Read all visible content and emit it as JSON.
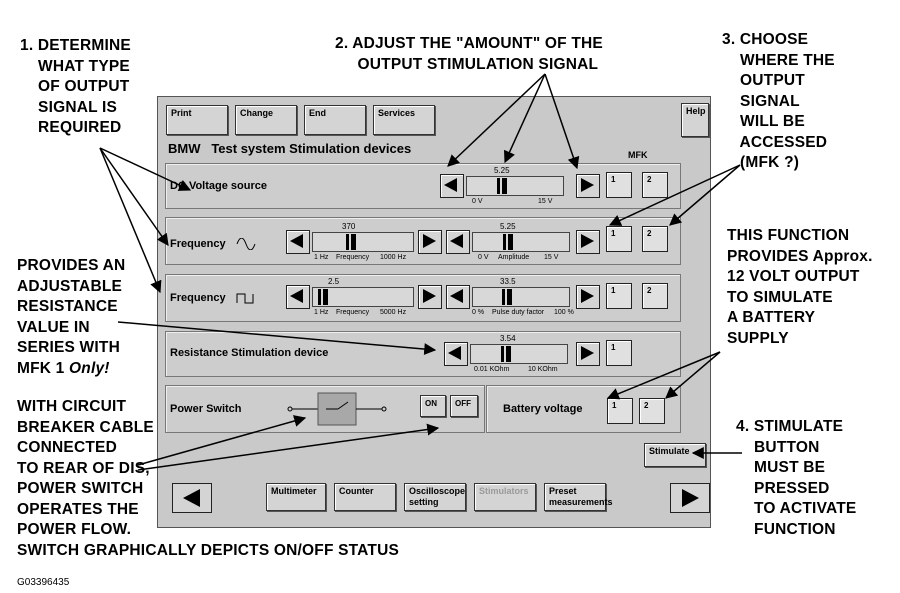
{
  "annotations": {
    "determine": "1. DETERMINE\n    WHAT TYPE\n    OF OUTPUT\n    SIGNAL IS\n    REQUIRED",
    "adjust": "2. ADJUST THE \"AMOUNT\" OF THE\n     OUTPUT STIMULATION SIGNAL",
    "choose": "3. CHOOSE\n    WHERE THE\n    OUTPUT\n    SIGNAL\n    WILL BE\n    ACCESSED\n    (MFK ?)",
    "provides_resistance_1": "PROVIDES AN\nADJUSTABLE\nRESISTANCE\nVALUE IN\nSERIES WITH\nMFK 1 ",
    "provides_resistance_only": "Only!",
    "battery_function": "THIS FUNCTION\nPROVIDES Approx.\n12 VOLT OUTPUT\nTO SIMULATE\nA BATTERY\nSUPPLY",
    "circuit_breaker": "WITH CIRCUIT\nBREAKER CABLE\nCONNECTED\nTO REAR OF DIS,\nPOWER SWITCH\nOPERATES THE\nPOWER FLOW.\nSWITCH GRAPHICALLY DEPICTS ON/OFF STATUS",
    "stimulate_note": "4. STIMULATE\n    BUTTON\n    MUST BE\n    PRESSED\n    TO ACTIVATE\n    FUNCTION",
    "figure_id": "G03396435"
  },
  "screen": {
    "toolbar": {
      "print": "Print",
      "change": "Change",
      "end": "End",
      "services": "Services",
      "help": "Help"
    },
    "title": "BMW   Test system Stimulation devices",
    "mfk_header": "MFK",
    "dc": {
      "label": "DC  Voltage source",
      "value": "5.25",
      "min": "0 V",
      "max": "15 V",
      "level": 0.35
    },
    "freq_sine": {
      "label": "Frequency",
      "frequency": {
        "value": "370",
        "min": "1 Hz",
        "name": "Frequency",
        "max": "1000 Hz",
        "level": 0.37
      },
      "amplitude": {
        "value": "5.25",
        "min": "0 V",
        "name": "Amplitude",
        "max": "15 V",
        "level": 0.35
      }
    },
    "freq_square": {
      "label": "Frequency",
      "frequency": {
        "value": "2.5",
        "min": "1 Hz",
        "name": "Frequency",
        "max": "5000 Hz",
        "level": 0.05
      },
      "duty": {
        "value": "33.5",
        "min": "0 %",
        "name": "Pulse duty factor",
        "max": "100 %",
        "level": 0.335
      }
    },
    "resistance": {
      "label": "Resistance Stimulation device",
      "value": "3.54",
      "min": "0.01 KOhm",
      "max": "10 KOhm",
      "level": 0.35
    },
    "power": {
      "label": "Power Switch",
      "on": "ON",
      "off": "OFF"
    },
    "battery": {
      "label": "Battery voltage"
    },
    "mfk": {
      "one": "1",
      "two": "2"
    },
    "stimulate": "Stimulate",
    "bottom": {
      "multimeter": "Multimeter",
      "counter": "Counter",
      "oscilloscope": "Oscilloscope setting",
      "stimulators": "Stimulators",
      "preset": "Preset measurements"
    }
  }
}
